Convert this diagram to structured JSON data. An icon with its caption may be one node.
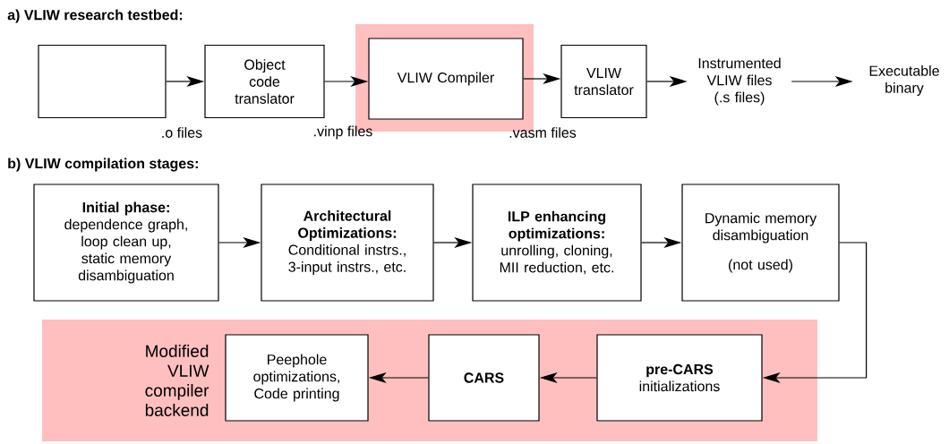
{
  "diagram": {
    "nodes": [
      {
        "text": [],
        "shape": "box"
      },
      {
        "text": [
          "Object code translator"
        ]
      },
      {
        "text": [
          "VLIW Compiler"
        ]
      },
      {
        "text": [
          "VLIW translator"
        ]
      },
      {
        "text": [
          "Instrumented VLIW files (.s files)"
        ]
      },
      {
        "text": [
          "Executable binary"
        ]
      },
      {
        "text": [
          "Initial phase:",
          "dependence graph, loop clean up, static memory disambiguation"
        ]
      },
      {
        "text": [
          "Architectural Optimizations:",
          "Conditional instrs., 3-input instrs., etc."
        ]
      },
      {
        "text": [
          "ILP enhancing optimizations:",
          "unrolling, cloning, MII reduction, etc."
        ]
      },
      {
        "text": [
          "Dynamic memory disambiguation",
          "(not used)"
        ]
      },
      {
        "text": [
          "Modified VLIW compiler backend"
        ]
      },
      {
        "text": [
          "pre-CARS",
          "initializations"
        ],
        "in": 10
      },
      {
        "text": [
          "CARS"
        ],
        "in": 10
      },
      {
        "text": [
          "Peephole optimizations, Code printing"
        ],
        "in": 10
      }
    ],
    "edges": [
      {
        "from": 0,
        "to": 1,
        "arrow": "to",
        "label": ".o files"
      },
      {
        "from": 1,
        "to": 2,
        "arrow": "to",
        "label": ".vinp files"
      },
      {
        "from": 2,
        "to": 3,
        "arrow": "to",
        "label": ".vasm files"
      },
      {
        "from": 3,
        "to": 4,
        "arrow": "to"
      },
      {
        "from": 4,
        "to": 5,
        "arrow": "to"
      },
      {
        "from": 6,
        "to": 7,
        "arrow": "to"
      },
      {
        "from": 7,
        "to": 8,
        "arrow": "to"
      },
      {
        "from": 8,
        "to": 9,
        "arrow": "to"
      },
      {
        "from": 9,
        "to": 11,
        "arrow": "to"
      },
      {
        "from": 11,
        "to": 12,
        "arrow": "to"
      },
      {
        "from": 12,
        "to": 13,
        "arrow": "to"
      }
    ],
    "labels": [
      "a) VLIW research testbed:",
      "b) VLIW compilation stages:"
    ]
  }
}
